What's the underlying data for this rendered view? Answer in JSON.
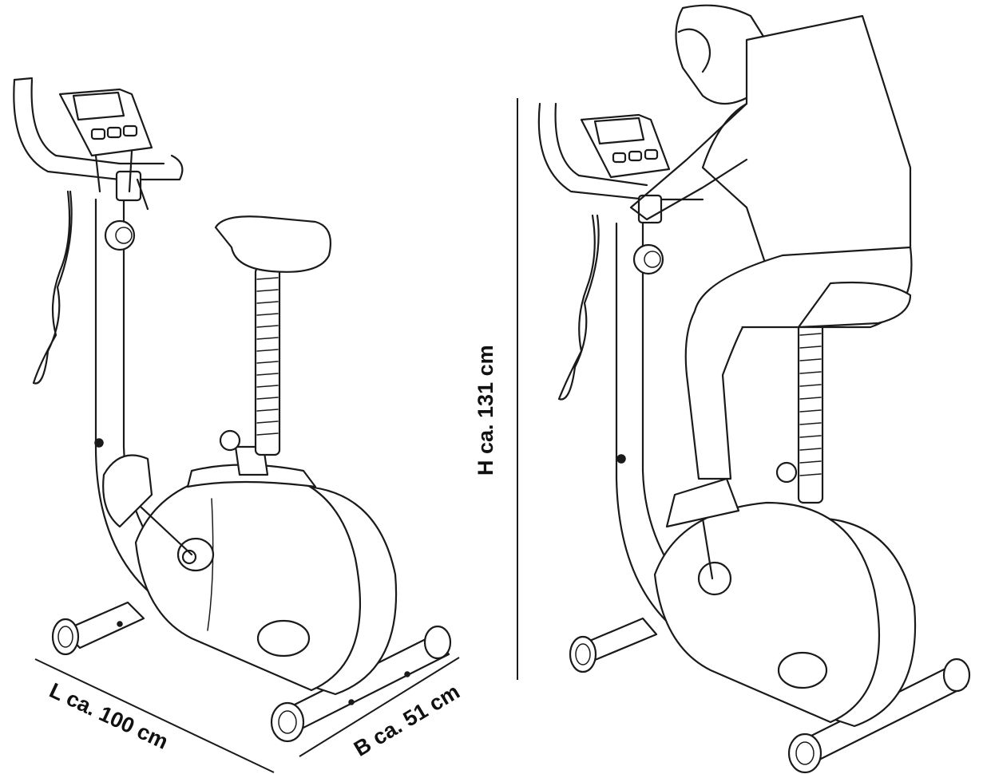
{
  "labels": {
    "length": "L ca. 100 cm",
    "width": "B ca. 51 cm",
    "height": "H ca. 131 cm"
  },
  "colors": {
    "line": "#1a1a1a",
    "background": "#ffffff"
  }
}
